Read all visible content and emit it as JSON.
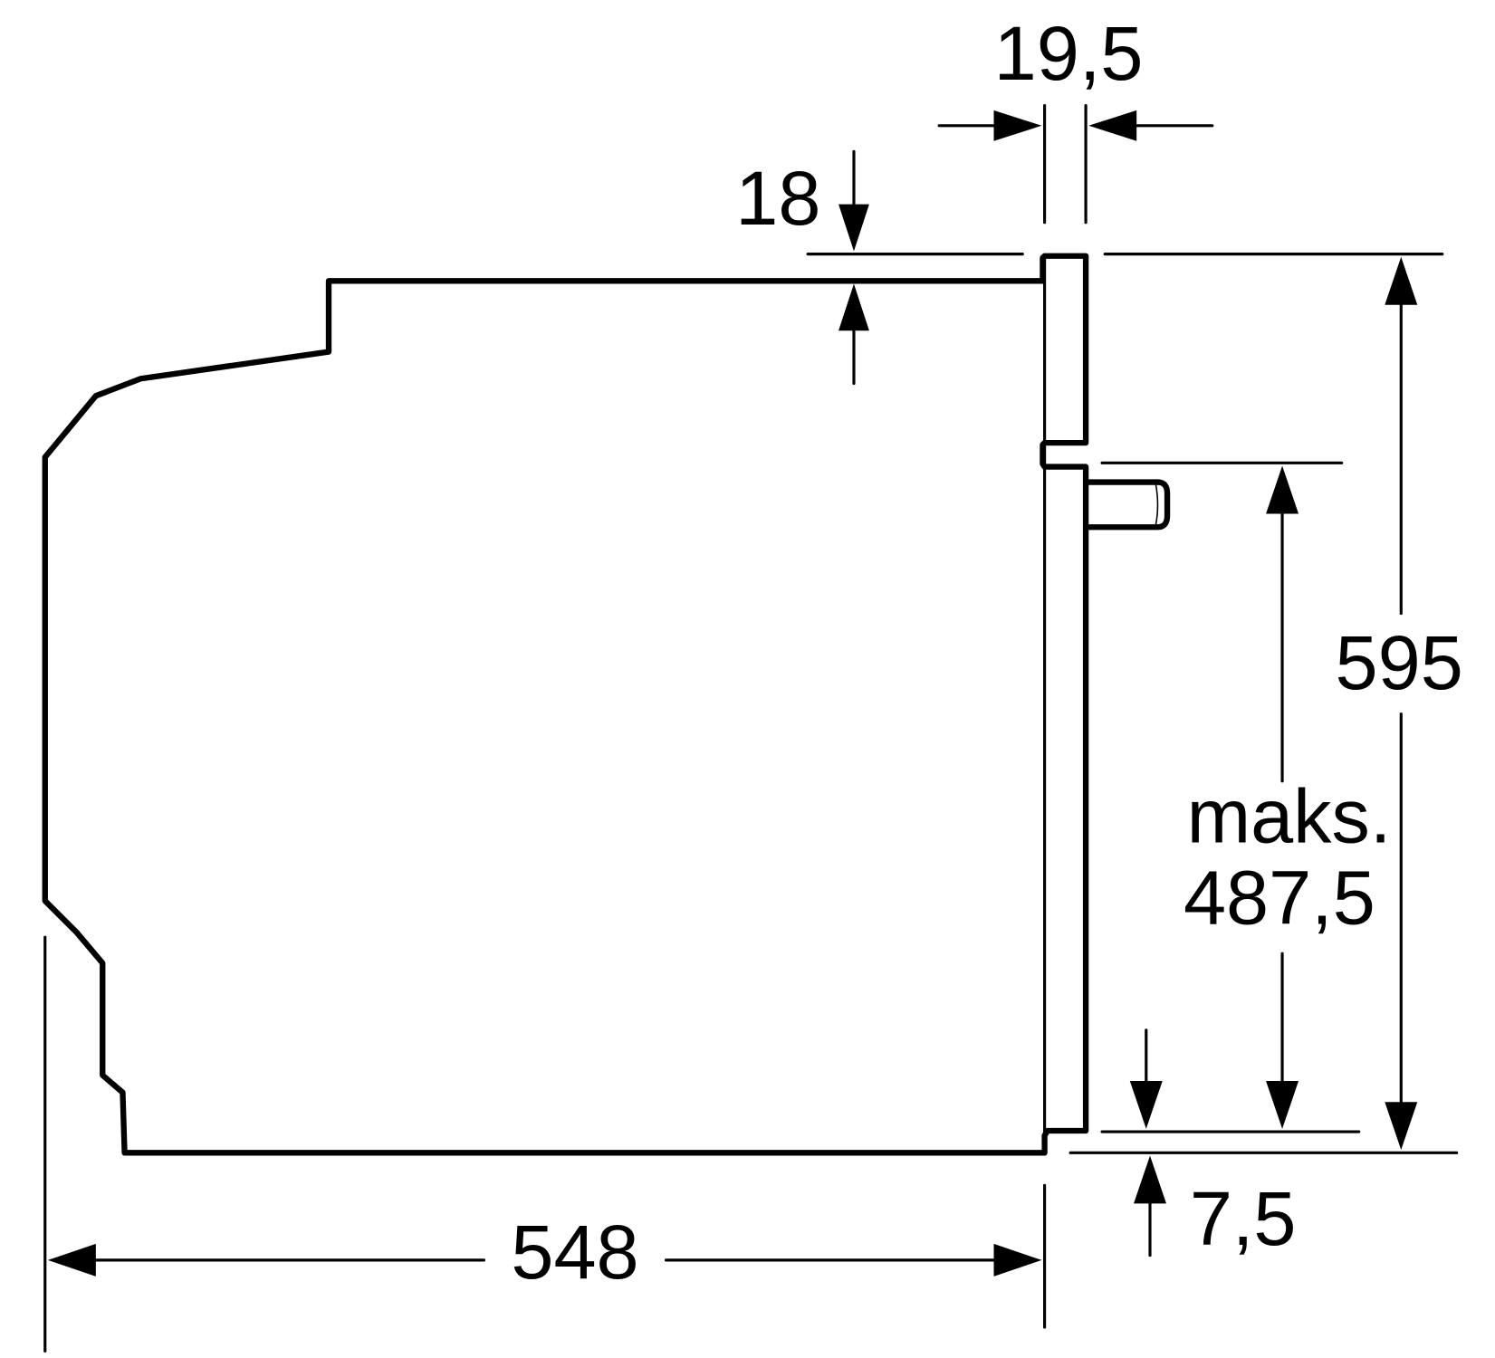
{
  "dimensions": {
    "door_thickness": "19,5",
    "top_offset": "18",
    "total_height": "595",
    "max_label": "maks.",
    "max_height": "487,5",
    "bottom_offset": "7,5",
    "depth": "548"
  },
  "colors": {
    "line": "#000000",
    "background": "#ffffff"
  }
}
